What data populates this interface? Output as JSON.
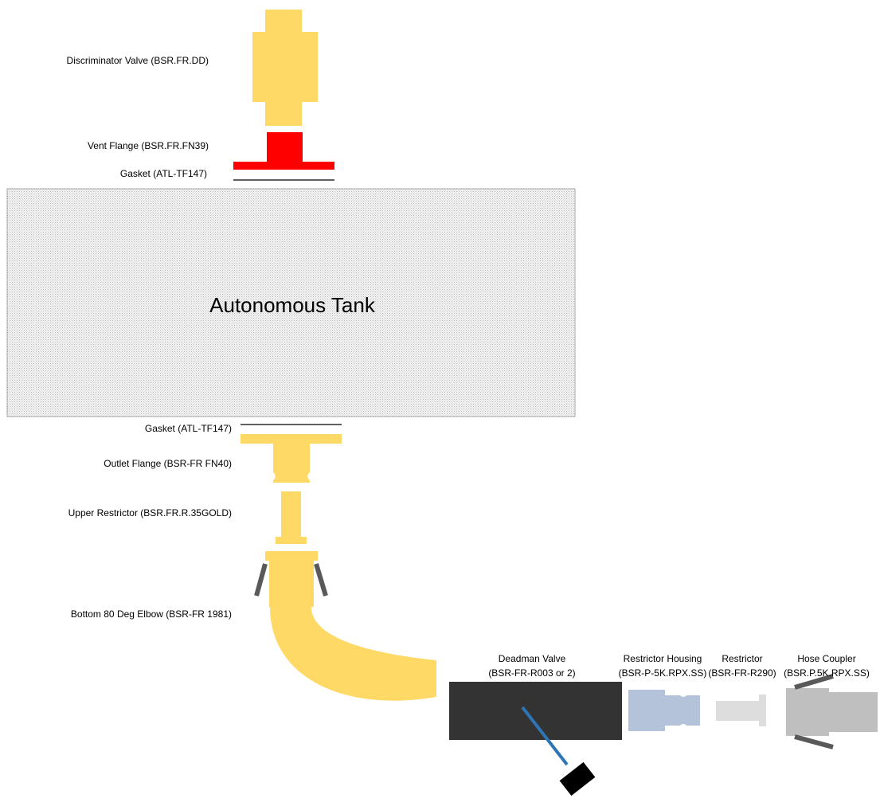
{
  "tank": {
    "title": "Autonomous Tank"
  },
  "labels": {
    "discriminator_valve": "Discriminator Valve (BSR.FR.DD)",
    "vent_flange": "Vent Flange (BSR.FR.FN39)",
    "gasket_top": "Gasket (ATL-TF147)",
    "gasket_bottom": "Gasket (ATL-TF147)",
    "outlet_flange": "Outlet Flange (BSR-FR FN40)",
    "upper_restrictor": "Upper Restrictor (BSR.FR.R.35GOLD)",
    "bottom_elbow": "Bottom 80 Deg Elbow (BSR-FR 1981)",
    "deadman_valve": {
      "line1": "Deadman Valve",
      "line2": "(BSR-FR-R003 or 2)"
    },
    "restrictor_housing": {
      "line1": "Restrictor Housing",
      "line2": "(BSR-P-5K.RPX.SS)"
    },
    "restrictor": {
      "line1": "Restrictor",
      "line2": "(BSR-FR-R290)"
    },
    "hose_coupler": {
      "line1": "Hose Coupler",
      "line2": "(BSR.P.5K.RPX.SS)"
    }
  },
  "colors": {
    "brass": "#FFD966",
    "vent_flange": "#FF0000",
    "tank_fill": "#EEEEEE",
    "tank_border": "#A6A6A6",
    "deadman_body": "#333333",
    "deadman_lever": "#2E75B6",
    "restrictor_housing": "#B4C3D9",
    "restrictor": "#DDDDDD",
    "hose_coupler": "#BFBFBF",
    "clamp": "#595959"
  }
}
